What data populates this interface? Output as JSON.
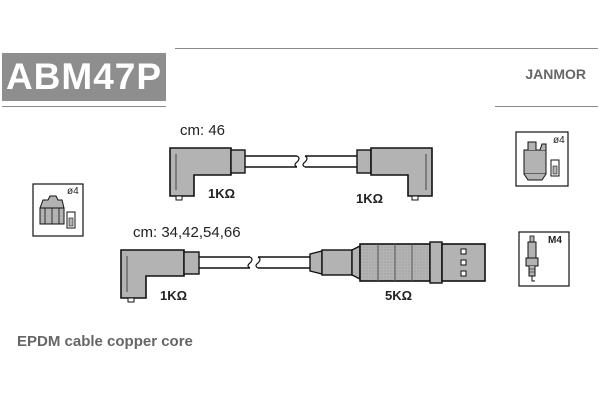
{
  "header": {
    "part_code": "ABM47P",
    "brand": "JANMOR"
  },
  "cables": [
    {
      "length_label": "cm: 46",
      "left_resistance": "1KΩ",
      "right_resistance": "1KΩ"
    },
    {
      "length_label": "cm: 34,42,54,66",
      "left_resistance": "1KΩ",
      "right_resistance": "5KΩ"
    }
  ],
  "components": {
    "distributor_label": "ø4",
    "coil_label": "ø4",
    "spark_plug_label": "M4"
  },
  "footer": {
    "description": "EPDM cable copper core"
  },
  "colors": {
    "header_box": "#8e8e8e",
    "part_fill": "#b3b3b3",
    "outline": "#111111"
  }
}
